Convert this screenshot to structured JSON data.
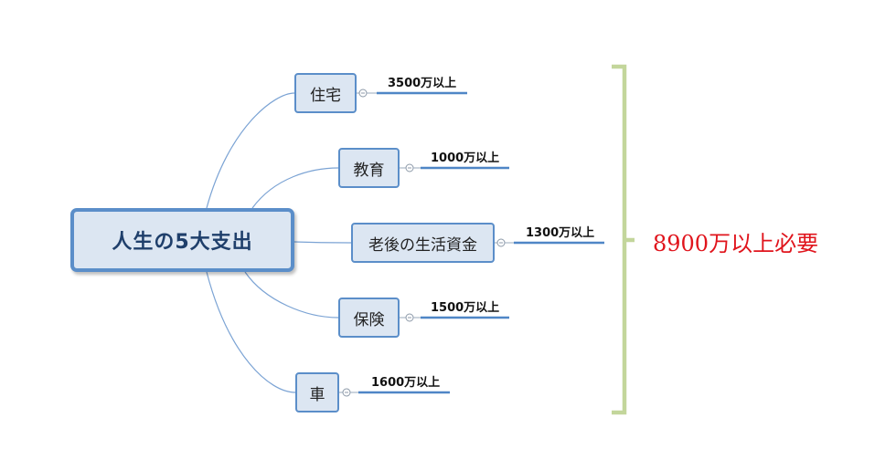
{
  "root": {
    "label": "人生の5大支出"
  },
  "branches": [
    {
      "label": "住宅",
      "amount": "3500万以上"
    },
    {
      "label": "教育",
      "amount": "1000万以上"
    },
    {
      "label": "老後の生活資金",
      "amount": "1300万以上"
    },
    {
      "label": "保険",
      "amount": "1500万以上"
    },
    {
      "label": "車",
      "amount": "1600万以上"
    }
  ],
  "total": "8900万以上必要",
  "colors": {
    "node_fill": "#dce6f2",
    "node_border": "#5b8ec9",
    "connector": "#7ba3d4",
    "underline": "#4f86c6",
    "bracket": "#c3d69b",
    "total_text": "#e0141c"
  }
}
